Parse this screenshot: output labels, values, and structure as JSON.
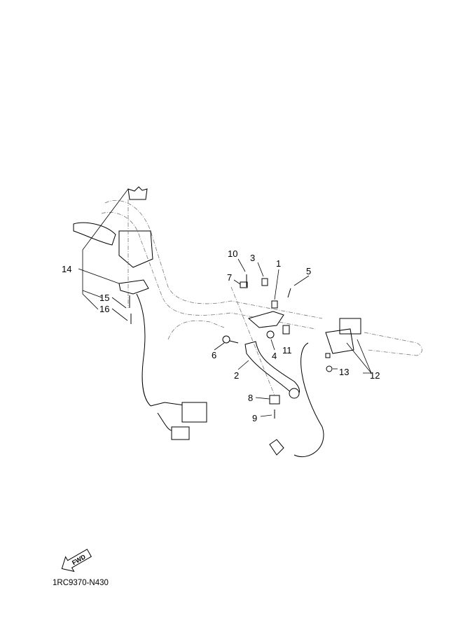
{
  "diagram": {
    "callouts": [
      {
        "id": "1",
        "text": "1"
      },
      {
        "id": "2",
        "text": "2"
      },
      {
        "id": "3",
        "text": "3"
      },
      {
        "id": "4",
        "text": "4"
      },
      {
        "id": "5",
        "text": "5"
      },
      {
        "id": "6",
        "text": "6"
      },
      {
        "id": "7",
        "text": "7"
      },
      {
        "id": "8",
        "text": "8"
      },
      {
        "id": "9",
        "text": "9"
      },
      {
        "id": "10",
        "text": "10"
      },
      {
        "id": "11",
        "text": "11"
      },
      {
        "id": "12",
        "text": "12"
      },
      {
        "id": "13",
        "text": "13"
      },
      {
        "id": "14",
        "text": "14"
      },
      {
        "id": "15",
        "text": "15"
      },
      {
        "id": "16",
        "text": "16"
      }
    ],
    "direction_arrow": "FWD",
    "drawing_code": "1RC9370-N430"
  }
}
